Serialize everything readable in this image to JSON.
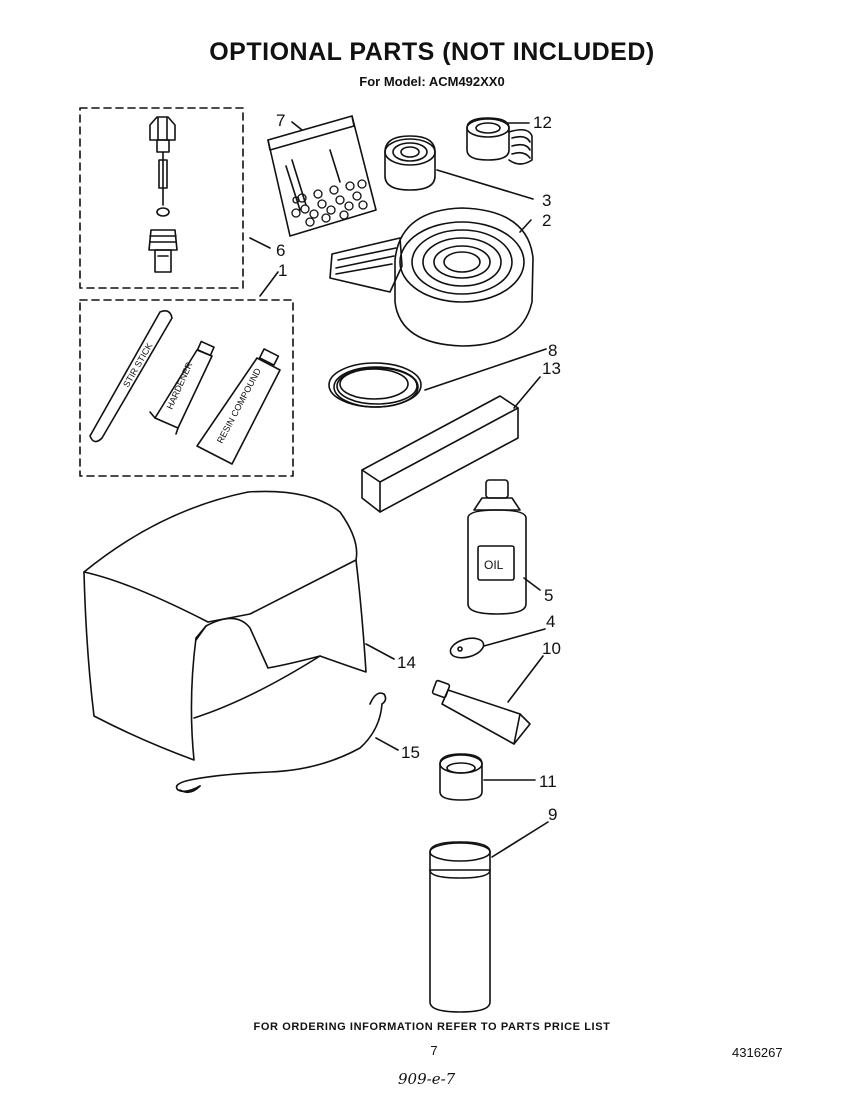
{
  "header": {
    "title": "OPTIONAL PARTS (NOT INCLUDED)",
    "model": "For Model: ACM492XX0"
  },
  "footer": {
    "ordering_note": "FOR ORDERING INFORMATION REFER TO PARTS PRICE LIST",
    "page_number": "7",
    "document_number": "4316267",
    "handwritten_note": "909-e-7"
  },
  "callouts": [
    "1",
    "2",
    "3",
    "4",
    "5",
    "6",
    "7",
    "8",
    "9",
    "10",
    "11",
    "12",
    "13",
    "14",
    "15"
  ],
  "part_labels": {
    "stir_stick": "STIR STICK",
    "hardener": "HARDENER",
    "resin_compound": "RESIN COMPOUND",
    "oil": "OIL"
  }
}
